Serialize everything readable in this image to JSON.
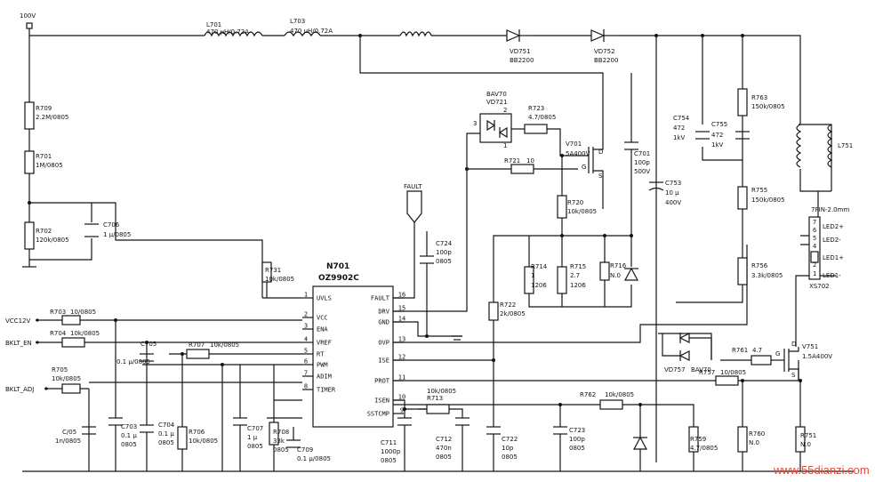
{
  "watermark": "www.55dianzi.com",
  "ic": {
    "ref": "N701",
    "part": "OZ9902C",
    "left_pins": [
      {
        "num": "1",
        "name": "UVLS"
      },
      {
        "num": "2",
        "name": "VCC"
      },
      {
        "num": "3",
        "name": "ENA"
      },
      {
        "num": "4",
        "name": "VREF"
      },
      {
        "num": "5",
        "name": "RT"
      },
      {
        "num": "6",
        "name": "PWM"
      },
      {
        "num": "7",
        "name": "ADIM"
      },
      {
        "num": "8",
        "name": "TIMER"
      }
    ],
    "right_pins": [
      {
        "num": "16",
        "name": "FAULT"
      },
      {
        "num": "15",
        "name": "DRV"
      },
      {
        "num": "14",
        "name": "GND"
      },
      {
        "num": "13",
        "name": "OVP"
      },
      {
        "num": "12",
        "name": "ISE"
      },
      {
        "num": "11",
        "name": "PROT"
      },
      {
        "num": "10",
        "name": "ISEN"
      },
      {
        "num": "9",
        "name": "SSTCMP"
      }
    ]
  },
  "nets": {
    "v100": "100V",
    "vcc12": "VCC12V",
    "bklt_en": "BKLT_EN",
    "bklt_adj": "BKLT_ADJ",
    "fault": "FAULT"
  },
  "connector": {
    "ref": "XS702",
    "type": "7PIN-2.0mm",
    "pins": [
      "LED2+",
      "LED2-",
      "LED1+",
      "LED1-"
    ]
  },
  "parts": {
    "l701": {
      "ref": "L701",
      "val": "470 µH/0.72A"
    },
    "l703": {
      "ref": "L703",
      "val": "470 µH/0.72A"
    },
    "vd751": {
      "ref": "VD751",
      "val": "BB2200"
    },
    "vd752": {
      "ref": "VD752",
      "val": "BB2200"
    },
    "bav70a": {
      "ref": "BAV70",
      "val": "VD721"
    },
    "r723": {
      "ref": "R723",
      "val": "4.7/0805"
    },
    "v701": {
      "ref": "V701",
      "val": "5A400V"
    },
    "r721": {
      "ref": "R721",
      "val": "10"
    },
    "c701": {
      "ref": "C701",
      "val": "100p",
      "val2": "500V"
    },
    "c754": {
      "ref": "C754",
      "val": "472",
      "val2": "1kV"
    },
    "c755": {
      "ref": "C755",
      "val": "472",
      "val2": "1kV"
    },
    "c753": {
      "ref": "C753",
      "val": "10 µ",
      "val2": "400V"
    },
    "r763": {
      "ref": "R763",
      "val": "150k/0805"
    },
    "r755": {
      "ref": "R755",
      "val": "150k/0805"
    },
    "r756": {
      "ref": "R756",
      "val": "3.3k/0805"
    },
    "l751": {
      "ref": "L751"
    },
    "r709": {
      "ref": "R709",
      "val": "2.2M/0805"
    },
    "r701": {
      "ref": "R701",
      "val": "1M/0805"
    },
    "r702": {
      "ref": "R702",
      "val": "120k/0805"
    },
    "c706": {
      "ref": "C706",
      "val": "1 µ/0805"
    },
    "r731": {
      "ref": "R731",
      "val": "10k/0805"
    },
    "c724": {
      "ref": "C724",
      "val": "100p",
      "val2": "0805"
    },
    "r720": {
      "ref": "R720",
      "val": "10k/0805"
    },
    "r714": {
      "ref": "R714",
      "val": "1",
      "val2": "1206"
    },
    "r715": {
      "ref": "R715",
      "val": "2.7",
      "val2": "1206"
    },
    "r716": {
      "ref": "R716",
      "val": "N.0"
    },
    "r722": {
      "ref": "R722",
      "val": "2k/0805"
    },
    "r703": {
      "ref": "R703",
      "val": "10/0805"
    },
    "r704": {
      "ref": "R704",
      "val": "10k/0805"
    },
    "c705": {
      "ref": "C705",
      "val": "0.1 µ/0805"
    },
    "r707": {
      "ref": "R707",
      "val": "10k/0805"
    },
    "r705": {
      "ref": "R705",
      "val": "10k/0805"
    },
    "vd757": {
      "ref": "VD757",
      "val": "BAV70"
    },
    "r761": {
      "ref": "R761",
      "val": "4.7"
    },
    "v751": {
      "ref": "V751",
      "val": "1.5A400V"
    },
    "r757": {
      "ref": "R757",
      "val": "10/0805"
    },
    "r713": {
      "ref": "R713",
      "val": "10k/0805"
    },
    "r762": {
      "ref": "R762",
      "val": "10k/0805"
    },
    "c_adj": {
      "ref": "C/05",
      "val": "1n/0805"
    },
    "c703": {
      "ref": "C703",
      "val": "0.1 µ",
      "val2": "0805"
    },
    "c704": {
      "ref": "C704",
      "val": "0.1 µ",
      "val2": "0805"
    },
    "r706": {
      "ref": "R706",
      "val": "10k/0805"
    },
    "c707": {
      "ref": "C707",
      "val": "1 µ",
      "val2": "0805"
    },
    "r708": {
      "ref": "R708",
      "val": "33k",
      "val2": "0805"
    },
    "c709": {
      "ref": "C709",
      "val": "0.1 µ/0805"
    },
    "c711": {
      "ref": "C711",
      "val": "1000p",
      "val2": "0805"
    },
    "c712": {
      "ref": "C712",
      "val": "470n",
      "val2": "0805"
    },
    "c722": {
      "ref": "C722",
      "val": "10p",
      "val2": "0805"
    },
    "c723": {
      "ref": "C723",
      "val": "100p",
      "val2": "0805"
    },
    "r759": {
      "ref": "R759",
      "val": "4.7/0805"
    },
    "r760": {
      "ref": "R760",
      "val": "N.0"
    },
    "r751": {
      "ref": "R751",
      "val": "N.0"
    }
  }
}
